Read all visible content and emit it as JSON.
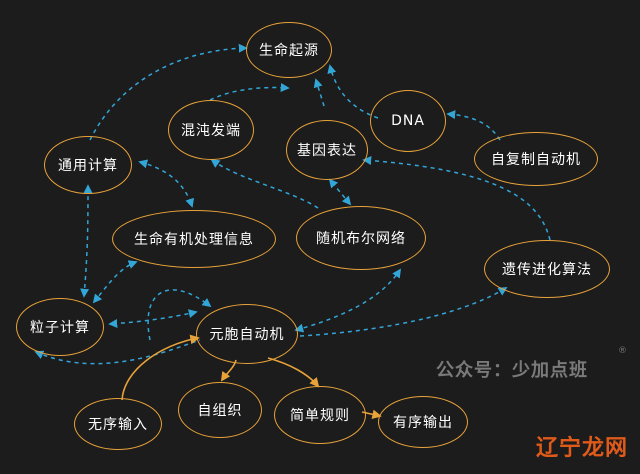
{
  "colors": {
    "background": "#1c1c1c",
    "node_border": "#e8a23a",
    "dashed_link": "#33a6d8",
    "solid_link": "#e8a23a",
    "node_text": "#ffffff"
  },
  "nodes": {
    "origin_of_life": "生命起源",
    "chaos_edge": "混沌发端",
    "dna": "DNA",
    "gene_expression": "基因表达",
    "self_replicating_automaton": "自复制自动机",
    "universal_computation": "通用计算",
    "life_info_processing": "生命有机处理信息",
    "random_boolean_network": "随机布尔网络",
    "genetic_algorithm": "遗传进化算法",
    "particle_computation": "粒子计算",
    "cellular_automaton": "元胞自动机",
    "unordered_input": "无序输入",
    "self_organization": "自组织",
    "simple_rules": "简单规则",
    "ordered_output": "有序输出"
  },
  "watermark": "公众号：少加点班",
  "watermark_mark": "®",
  "logo": "辽宁龙网"
}
